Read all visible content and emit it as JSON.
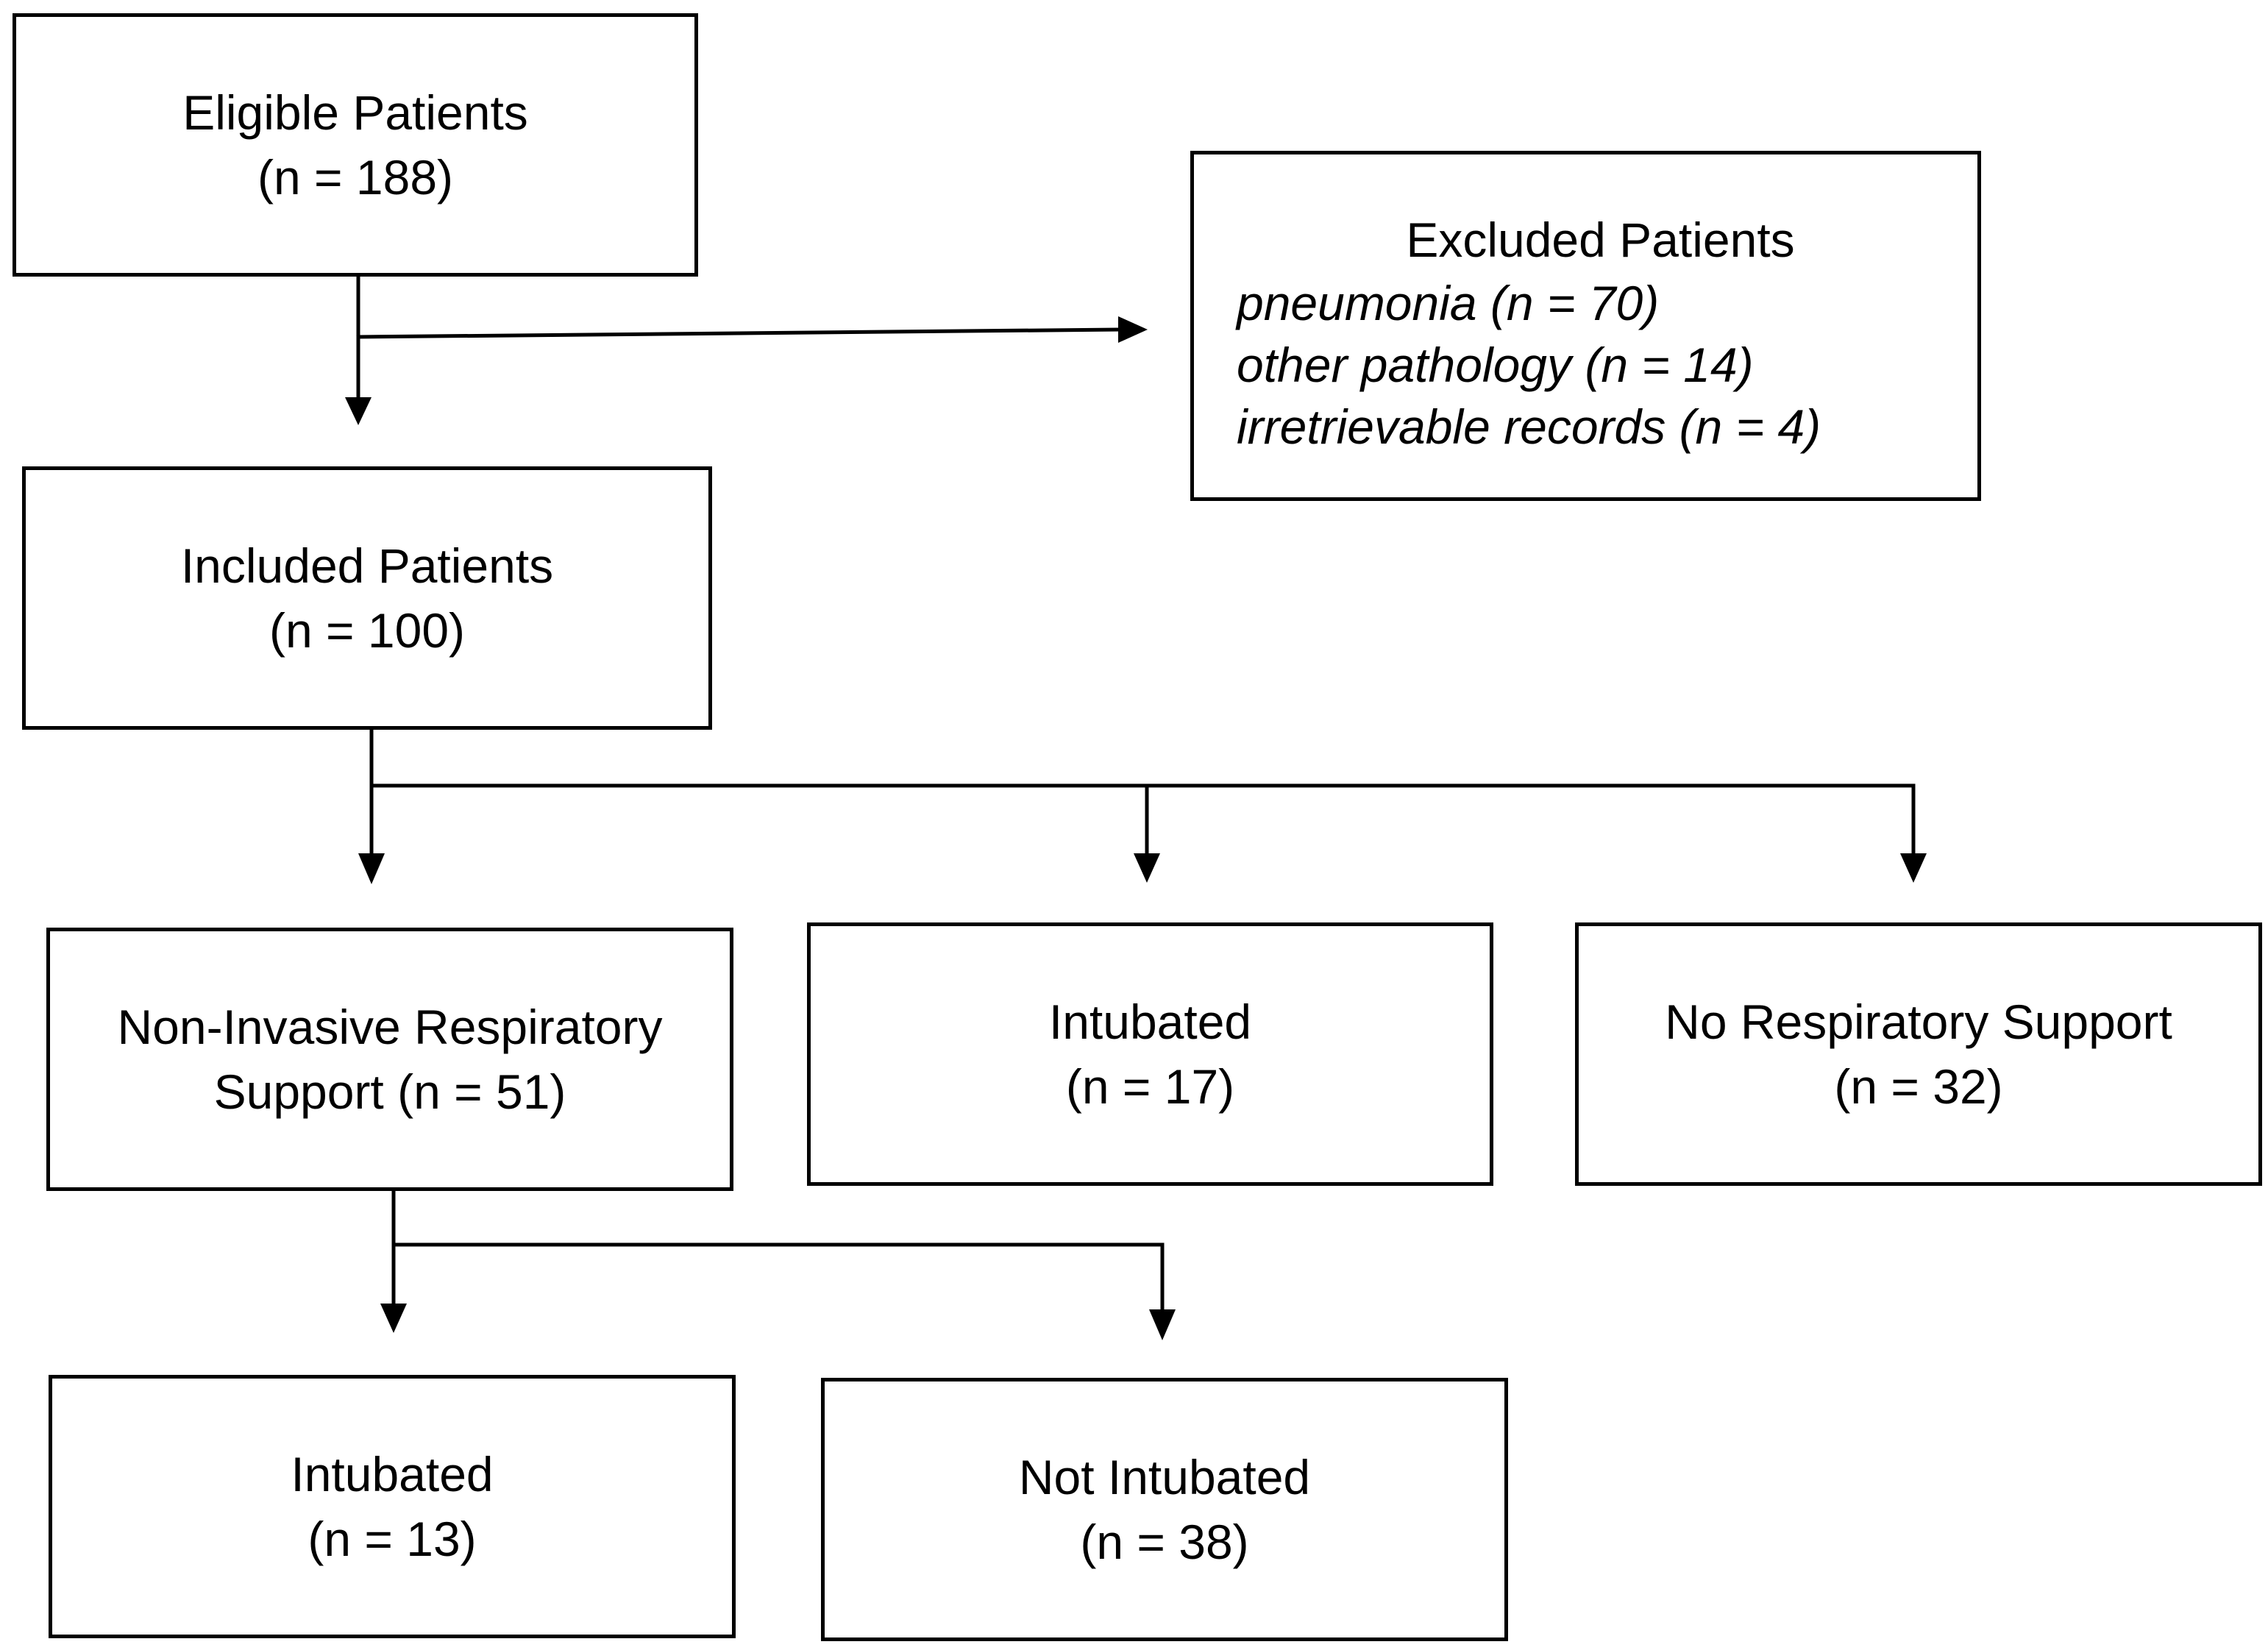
{
  "eligible": {
    "title": "Eligible Patients",
    "count": "(n = 188)"
  },
  "excluded": {
    "title": "Excluded Patients",
    "reasons": [
      "pneumonia (n = 70)",
      "other pathology (n = 14)",
      "irretrievable records (n = 4)"
    ]
  },
  "included": {
    "title": "Included Patients",
    "count": "(n = 100)"
  },
  "groups": [
    {
      "line1": "Non-Invasive Respiratory",
      "line2": "Support (n = 51)"
    },
    {
      "line1": "Intubated",
      "line2": "(n = 17)"
    },
    {
      "line1": "No Respiratory Support",
      "line2": "(n = 32)"
    }
  ],
  "outcomes": [
    {
      "title": "Intubated",
      "count": "(n = 13)"
    },
    {
      "title": "Not Intubated",
      "count": "(n = 38)"
    }
  ]
}
